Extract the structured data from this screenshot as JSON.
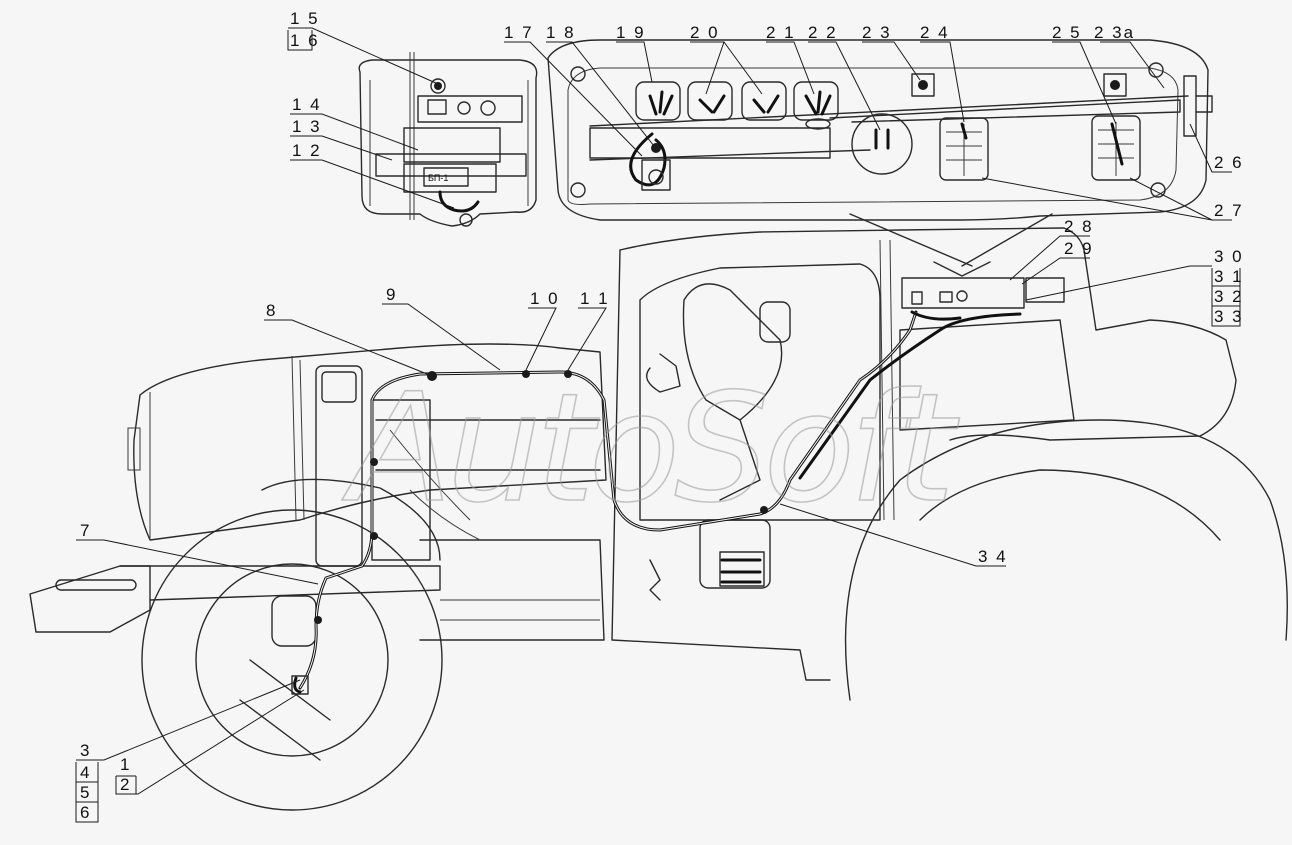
{
  "watermark": "AutoSoft",
  "panel_badge": "БП-1",
  "labels": [
    {
      "id": "l15",
      "text": "1 5"
    },
    {
      "id": "l16",
      "text": "1 6"
    },
    {
      "id": "l14",
      "text": "1 4"
    },
    {
      "id": "l13",
      "text": "1 3"
    },
    {
      "id": "l12",
      "text": "1 2"
    },
    {
      "id": "l17",
      "text": "1 7"
    },
    {
      "id": "l18",
      "text": "1 8"
    },
    {
      "id": "l19",
      "text": "1 9"
    },
    {
      "id": "l20",
      "text": "2 0"
    },
    {
      "id": "l21",
      "text": "2 1"
    },
    {
      "id": "l22",
      "text": "2 2"
    },
    {
      "id": "l23",
      "text": "2 3"
    },
    {
      "id": "l24",
      "text": "2 4"
    },
    {
      "id": "l25",
      "text": "2 5"
    },
    {
      "id": "l23a",
      "text": "2 3а"
    },
    {
      "id": "l26",
      "text": "2 6"
    },
    {
      "id": "l27",
      "text": "2 7"
    },
    {
      "id": "l28",
      "text": "2 8"
    },
    {
      "id": "l29",
      "text": "2 9"
    },
    {
      "id": "l30",
      "text": "3 0"
    },
    {
      "id": "l31",
      "text": "3 1"
    },
    {
      "id": "l32",
      "text": "3 2"
    },
    {
      "id": "l33",
      "text": "3 3"
    },
    {
      "id": "l34",
      "text": "3 4"
    },
    {
      "id": "l8",
      "text": "8"
    },
    {
      "id": "l9",
      "text": "9"
    },
    {
      "id": "l10",
      "text": "1 0"
    },
    {
      "id": "l11",
      "text": "1 1"
    },
    {
      "id": "l7",
      "text": "7"
    },
    {
      "id": "l3",
      "text": "3"
    },
    {
      "id": "l4",
      "text": "4"
    },
    {
      "id": "l5",
      "text": "5"
    },
    {
      "id": "l6",
      "text": "6"
    },
    {
      "id": "l1",
      "text": "1"
    },
    {
      "id": "l2",
      "text": "2"
    }
  ]
}
